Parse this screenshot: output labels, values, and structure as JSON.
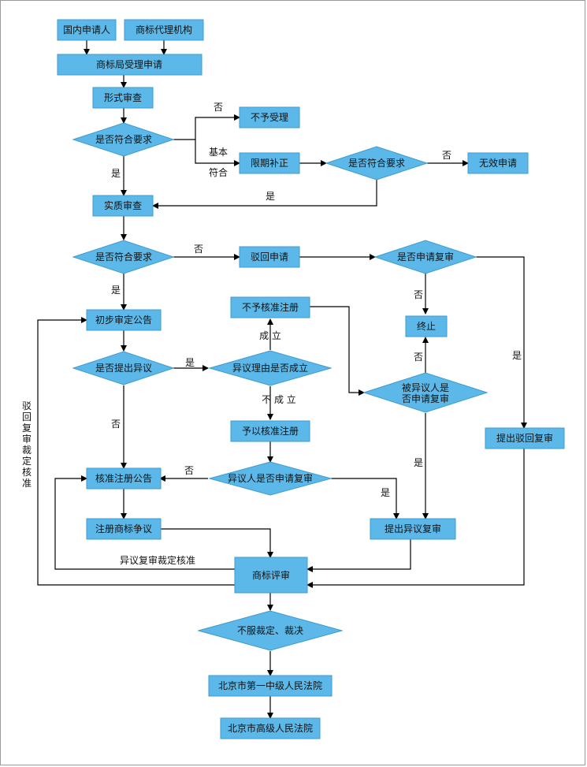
{
  "nodes": {
    "domestic_applicant": "国内申请人",
    "agency": "商标代理机构",
    "office_accept": "商标局受理申请",
    "formal_exam": "形式审查",
    "meets_req_1": "是否符合要求",
    "not_accepted": "不予受理",
    "deadline_fix": "限期补正",
    "meets_req_2": "是否符合要求",
    "invalid_app": "无效申请",
    "substantive_exam": "实质审查",
    "meets_req_3": "是否符合要求",
    "reject_app": "驳回申请",
    "apply_review": "是否申请复审",
    "terminate": "终止",
    "file_reject_review": "提出驳回复审",
    "prelim_announce": "初步审定公告",
    "opposition_q": "是否提出异议",
    "opposition_valid": "异议理由是否成立",
    "not_approve_reg": "不予核准注册",
    "opposed_review": "被异议人是否申请复审",
    "approve_reg": "予以核准注册",
    "opponent_review": "异议人是否申请复审",
    "approve_announce": "核准注册公告",
    "reg_dispute": "注册商标争议",
    "file_opp_review": "提出异议复审",
    "tm_review_board": "商标评审",
    "disagree_ruling": "不服裁定、裁决",
    "court_1": "北京市第一中级人民法院",
    "court_high": "北京市高级人民法院"
  },
  "edge_labels": {
    "no_1": "否",
    "basic_1": "基本",
    "basic_2": "符合",
    "yes_1": "是",
    "no_2": "否",
    "yes_2": "是",
    "no_3": "否",
    "yes_3": "是",
    "no_4": "否",
    "yes_4": "是",
    "yes_5": "是",
    "established": "成  立",
    "not_established": "不  成  立",
    "no_5": "否",
    "no_6": "否",
    "yes_6": "是",
    "no_7": "否",
    "yes_7": "是",
    "opp_review_approve": "异议复审裁定核准",
    "reject_review_approve": "驳回复审裁定核准"
  }
}
